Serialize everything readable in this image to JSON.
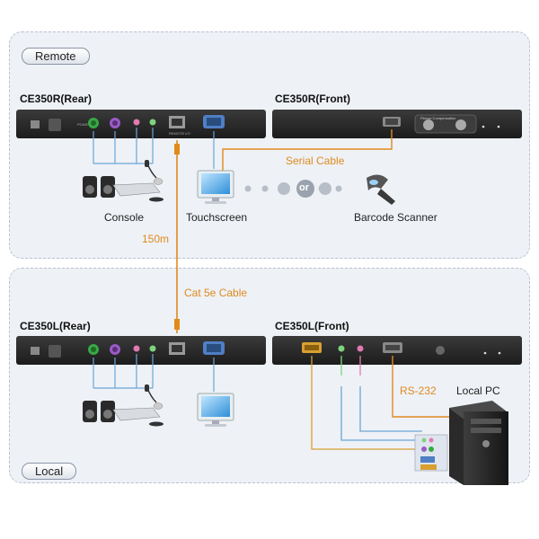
{
  "remote_label": "Remote",
  "local_label": "Local",
  "devices": {
    "ce350r_rear": "CE350R(Rear)",
    "ce350r_front": "CE350R(Front)",
    "ce350l_rear": "CE350L(Rear)",
    "ce350l_front": "CE350L(Front)"
  },
  "labels": {
    "console": "Console",
    "touchscreen": "Touchscreen",
    "barcode_scanner": "Barcode Scanner",
    "serial_cable": "Serial Cable",
    "or": "or",
    "distance": "150m",
    "cat5e": "Cat 5e Cable",
    "rs232": "RS-232",
    "local_pc": "Local PC"
  },
  "colors": {
    "accent": "#e08a1e",
    "device_body": "#2b2b2b",
    "panel_bg": "#eef1f6"
  }
}
